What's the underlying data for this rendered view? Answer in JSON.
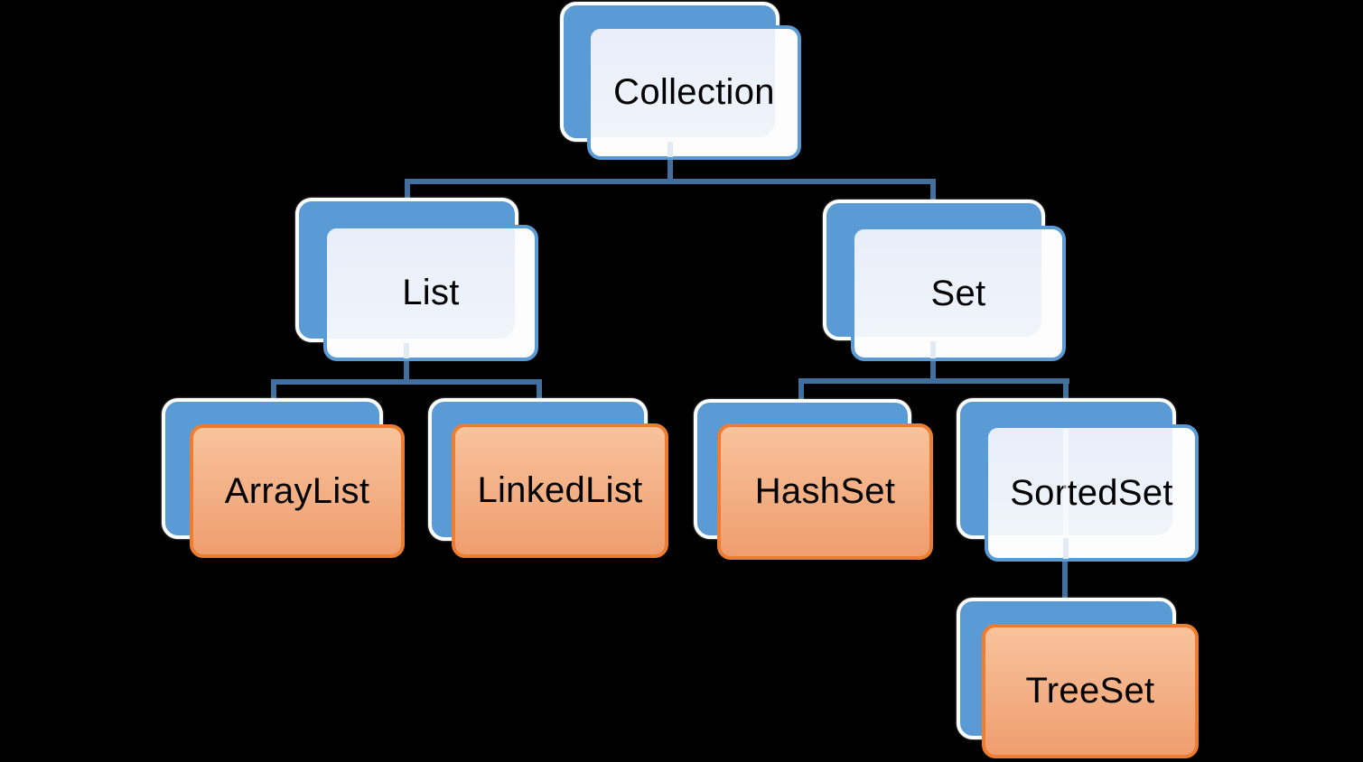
{
  "diagram": {
    "type": "hierarchy-tree",
    "nodes": {
      "collection": {
        "label": "Collection",
        "variant": "light"
      },
      "list": {
        "label": "List",
        "variant": "light"
      },
      "set": {
        "label": "Set",
        "variant": "light"
      },
      "arraylist": {
        "label": "ArrayList",
        "variant": "orange"
      },
      "linkedlist": {
        "label": "LinkedList",
        "variant": "orange"
      },
      "hashset": {
        "label": "HashSet",
        "variant": "orange"
      },
      "sortedset": {
        "label": "SortedSet",
        "variant": "light"
      },
      "treeset": {
        "label": "TreeSet",
        "variant": "orange"
      }
    },
    "edges": [
      {
        "from": "Collection",
        "to": "List"
      },
      {
        "from": "Collection",
        "to": "Set"
      },
      {
        "from": "List",
        "to": "ArrayList"
      },
      {
        "from": "List",
        "to": "LinkedList"
      },
      {
        "from": "Set",
        "to": "HashSet"
      },
      {
        "from": "Set",
        "to": "SortedSet"
      },
      {
        "from": "SortedSet",
        "to": "TreeSet"
      }
    ],
    "colors": {
      "background": "#000000",
      "shadow_box_fill": "#5B9BD5",
      "shadow_box_outline": "#FFFFFF",
      "light_box_fill": "#EBF1FA",
      "light_box_border": "#5B9BD5",
      "orange_box_fill_top": "#F8C39C",
      "orange_box_fill_bottom": "#EF9E6F",
      "orange_box_border": "#ED7D31",
      "connector": "#436F9E",
      "text": "#000000"
    }
  }
}
